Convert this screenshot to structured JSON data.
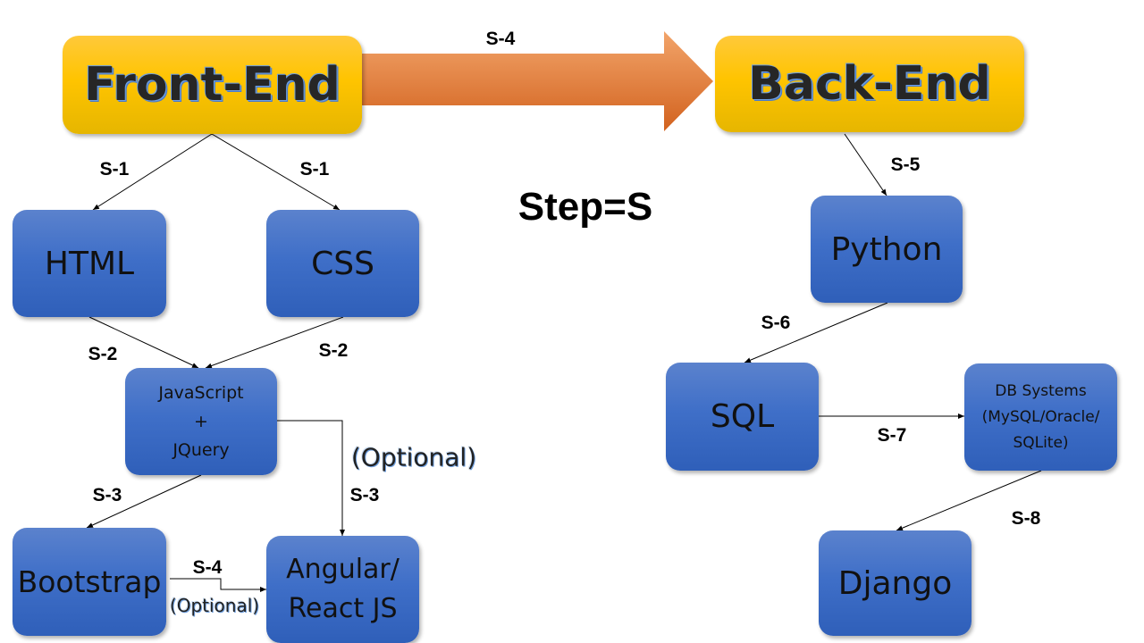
{
  "header": {
    "front_end": "Front-End",
    "back_end": "Back-End",
    "main_step": "S-4",
    "legend": "Step=S"
  },
  "nodes": {
    "html": "HTML",
    "css": "CSS",
    "js_line1": "JavaScript",
    "js_line2": "+",
    "js_line3": "JQuery",
    "bootstrap": "Bootstrap",
    "angular_line1": "Angular/",
    "angular_line2": "React JS",
    "python": "Python",
    "sql": "SQL",
    "db_line1": "DB Systems",
    "db_line2": "(MySQL/Oracle/",
    "db_line3": "SQLite)",
    "django": "Django"
  },
  "steps": {
    "fe_html": "S-1",
    "fe_css": "S-1",
    "html_js": "S-2",
    "css_js": "S-2",
    "js_bootstrap": "S-3",
    "js_angular": "S-3",
    "js_angular_note": "(Optional)",
    "bootstrap_angular": "S-4",
    "bootstrap_angular_note": "(Optional)",
    "be_python": "S-5",
    "python_sql": "S-6",
    "sql_db": "S-7",
    "db_django": "S-8"
  },
  "colors": {
    "box_blue": "#3f6fc8",
    "box_yellow": "#ffc400",
    "arrow_orange": "#e57a35"
  }
}
